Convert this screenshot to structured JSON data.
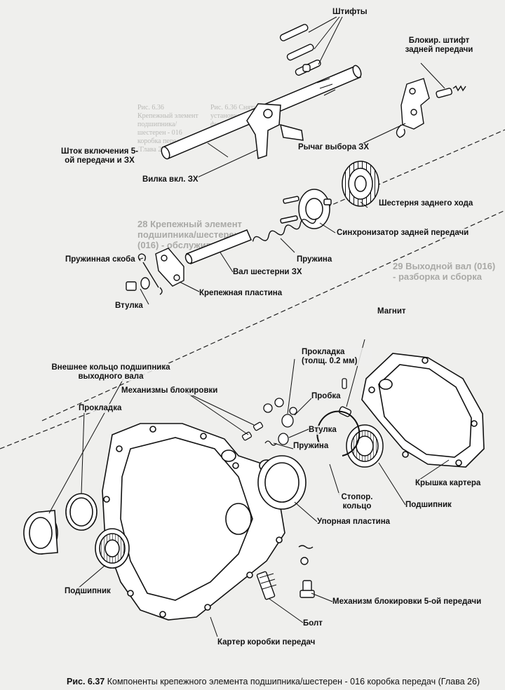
{
  "figure": {
    "caption_number": "Рис. 6.37",
    "caption_text": "Компоненты крепежного элемента подшипника/шестерен - 016 коробка передач (Глава 26)"
  },
  "labels": {
    "pins": "Штифты",
    "reverse_lock_pin": "Блокир. штифт задней передачи",
    "shift_rod": "Шток включения 5-ой передачи и ЗХ",
    "reverse_selector_lever": "Рычаг выбора ЗХ",
    "reverse_fork": "Вилка вкл. ЗХ",
    "reverse_gear": "Шестерня заднего хода",
    "reverse_synchronizer": "Синхронизатор задней передачи",
    "spring_clip": "Пружинная скоба",
    "spring_1": "Пружина",
    "reverse_shaft": "Вал шестерни ЗХ",
    "bushing_1": "Втулка",
    "retaining_plate": "Крепежная пластина",
    "magnet": "Магнит",
    "output_bearing_race": "Внешнее кольцо подшипника выходного вала",
    "gasket_thickness": "Прокладка (толщ. 0.2 мм)",
    "detent_mechanisms": "Механизмы блокировки",
    "plug": "Пробка",
    "gasket": "Прокладка",
    "bushing_2": "Втулка",
    "spring_2": "Пружина",
    "housing_cover": "Крышка картера",
    "bearing_1": "Подшипник",
    "snap_ring": "Стопор. кольцо",
    "thrust_plate": "Упорная пластина",
    "bearing_2": "Подшипник",
    "fifth_gear_detent": "Механизм блокировки 5-ой передачи",
    "bolt": "Болт",
    "gearbox_housing": "Картер коробки передач"
  },
  "background_text": {
    "fig_top_left": "Рис. 6.36 Крепежный элемент подшипника/шестерен - 016 коробка передач (Глава 26)",
    "fig_top_mid": "Рис. 6.36 Снятие/установка фиксатора",
    "section_heading": "28 Крепежный элемент подшипника/шестерен (016) - обслуживание",
    "section_heading_2": "29 Выходной вал (016) - разборка и сборка"
  },
  "colors": {
    "background": "#efefed",
    "ink": "#111111",
    "faded_text": "#b9b9b6"
  }
}
